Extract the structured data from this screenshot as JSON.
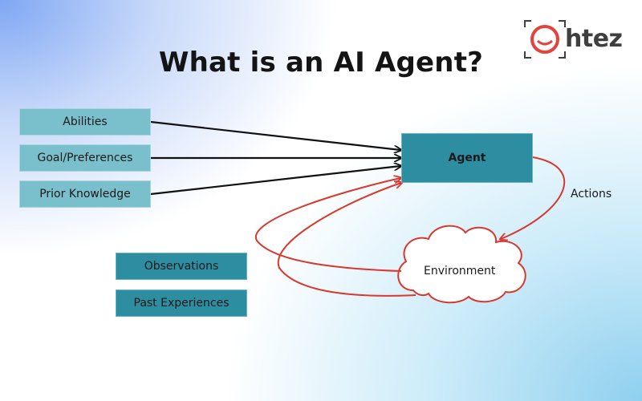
{
  "title": "What is an AI Agent?",
  "logo": {
    "text": "htez",
    "ring_color": "#e3433c"
  },
  "inputs": [
    {
      "label": "Abilities"
    },
    {
      "label": "Goal/Preferences"
    },
    {
      "label": "Prior Knowledge"
    }
  ],
  "agent": {
    "label": "Agent"
  },
  "environment": {
    "label": "Environment"
  },
  "actions_label": "Actions",
  "history": [
    {
      "label": "Observations"
    },
    {
      "label": "Past Experiences"
    }
  ],
  "colors": {
    "light_box": "#7ac0cc",
    "dark_box": "#2e8ea1",
    "feedback_arrow": "#d9382e",
    "input_arrow": "#111111"
  }
}
